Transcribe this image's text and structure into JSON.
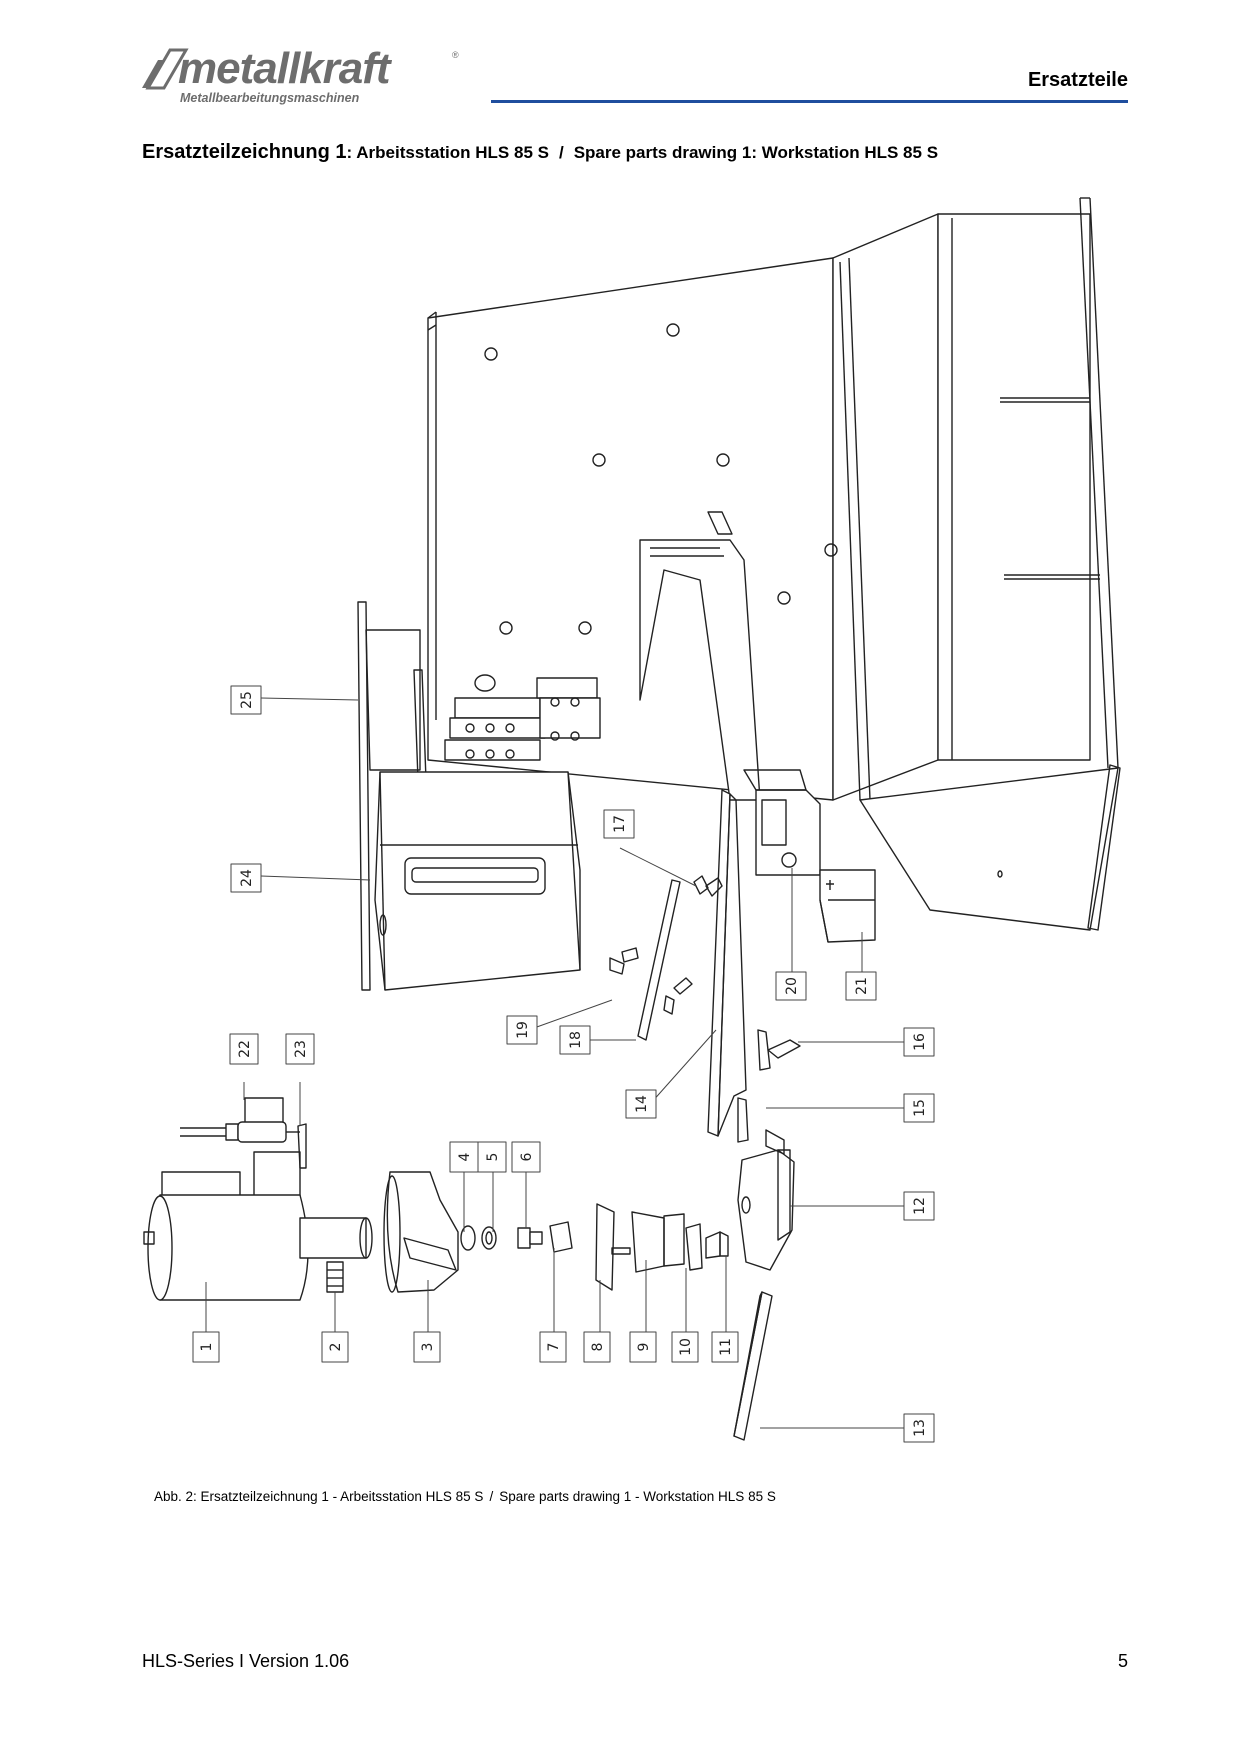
{
  "header": {
    "brand": "metallkraft",
    "brand_sub": "Metallbearbeitungsmaschinen",
    "brand_reg": "®",
    "section": "Ersatzteile",
    "accent_color": "#1f4e9e"
  },
  "heading": {
    "title_de": "Ersatzteilzeichnung 1",
    "subtitle_de": ": Arbeitsstation HLS 85 S",
    "separator": "/",
    "title_en": "Spare parts drawing 1: Workstation HLS 85 S"
  },
  "drawing": {
    "part_numbers": [
      "1",
      "2",
      "3",
      "4",
      "5",
      "6",
      "7",
      "8",
      "9",
      "10",
      "11",
      "12",
      "13",
      "14",
      "15",
      "16",
      "17",
      "18",
      "19",
      "20",
      "21",
      "22",
      "23",
      "24",
      "25"
    ]
  },
  "caption": {
    "text_de": "Abb. 2: Ersatzteilzeichnung 1 - Arbeitsstation HLS 85 S",
    "separator": "/",
    "text_en": "Spare parts drawing 1 - Workstation HLS 85 S"
  },
  "footer": {
    "left": "HLS-Series I Version 1.06",
    "page": "5"
  }
}
